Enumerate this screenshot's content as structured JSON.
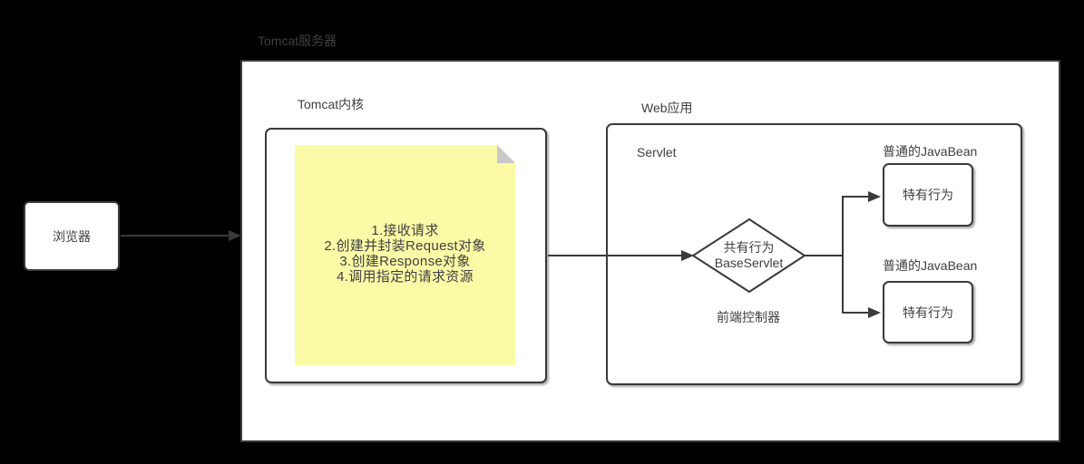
{
  "colors": {
    "background": "#000000",
    "surface": "#ffffff",
    "stroke": "#3a3a3a",
    "text": "#3f3f3f",
    "note_fill": "#fbfba7",
    "note_fold": "#c8c8c8"
  },
  "diagram": {
    "server": {
      "label": "Tomcat服务器"
    },
    "browser": {
      "label": "浏览器"
    },
    "kernel": {
      "label": "Tomcat内核"
    },
    "note": {
      "lines": [
        "1.接收请求",
        "2.创建并封装Request对象",
        "3.创建Response对象",
        "4.调用指定的请求资源"
      ]
    },
    "webapp": {
      "label": "Web应用",
      "servlet_label": "Servlet"
    },
    "dispatcher": {
      "line1": "共有行为",
      "line2": "BaseServlet",
      "caption": "前端控制器"
    },
    "beans": [
      {
        "type_label": "普通的JavaBean",
        "behavior_label": "特有行为"
      },
      {
        "type_label": "普通的JavaBean",
        "behavior_label": "特有行为"
      }
    ]
  }
}
